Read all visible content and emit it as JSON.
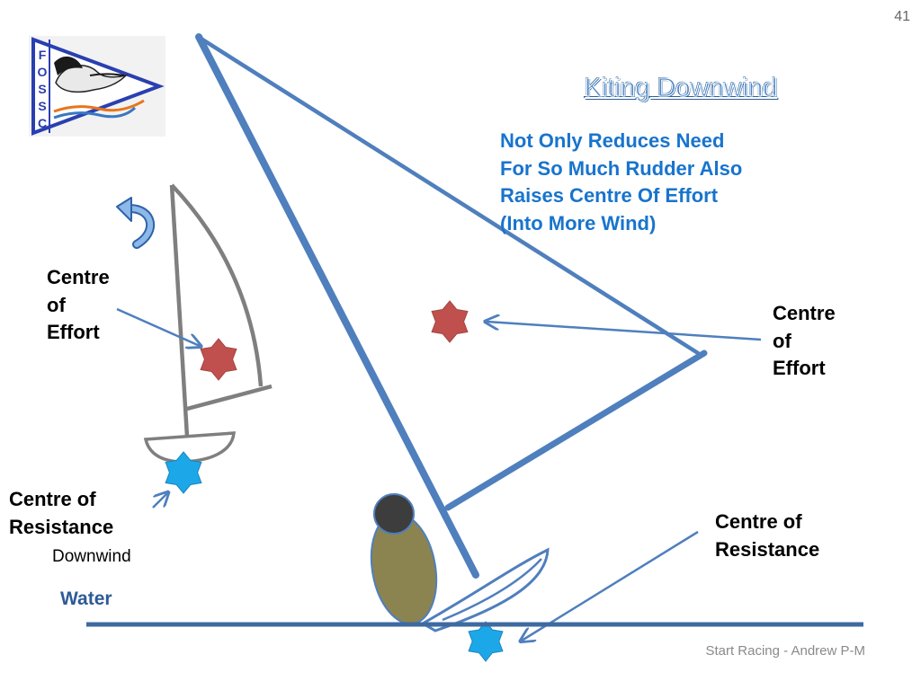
{
  "slide": {
    "page_number": "41",
    "title": "Kiting Downwind",
    "note_lines": [
      "Not Only Reduces Need",
      "For So Much Rudder Also",
      "Raises Centre Of Effort",
      "(Into More Wind)"
    ],
    "footer": "Start Racing - Andrew P-M"
  },
  "logo": {
    "letters": [
      "F",
      "O",
      "S",
      "S",
      "C"
    ]
  },
  "labels": {
    "left_effort": [
      "Centre",
      "of",
      "Effort"
    ],
    "left_resistance": [
      "Centre of",
      "Resistance"
    ],
    "downwind": "Downwind",
    "right_effort": [
      "Centre",
      "of",
      "Effort"
    ],
    "right_resistance": [
      "Centre of",
      "Resistance"
    ],
    "water": "Water"
  },
  "colors": {
    "mast_blue": "#4f7fbd",
    "small_boat_grey": "#7f7f7f",
    "effort_star": "#c0504d",
    "resistance_star": "#1ca8e8",
    "sailor_body": "#8b8450",
    "sailor_head": "#3d3d3d",
    "water_line": "#3f6aa0",
    "note_text": "#1874cd"
  }
}
